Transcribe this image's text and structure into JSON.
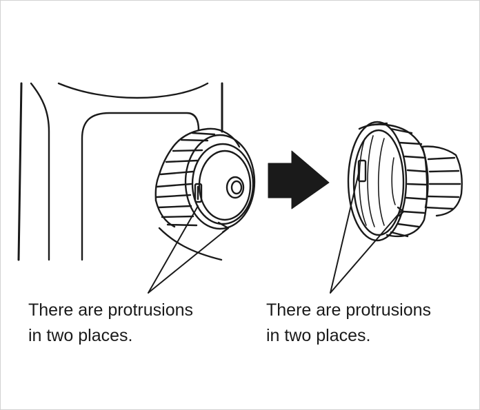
{
  "captions": {
    "left": {
      "line1": "There are protrusions",
      "line2": "in two places."
    },
    "right": {
      "line1": "There are protrusions",
      "line2": "in two places."
    }
  },
  "colors": {
    "ink": "#1a1a1a",
    "background": "#ffffff",
    "border": "#d2d2d2"
  },
  "icons": {
    "arrow": "right-arrow-icon"
  }
}
